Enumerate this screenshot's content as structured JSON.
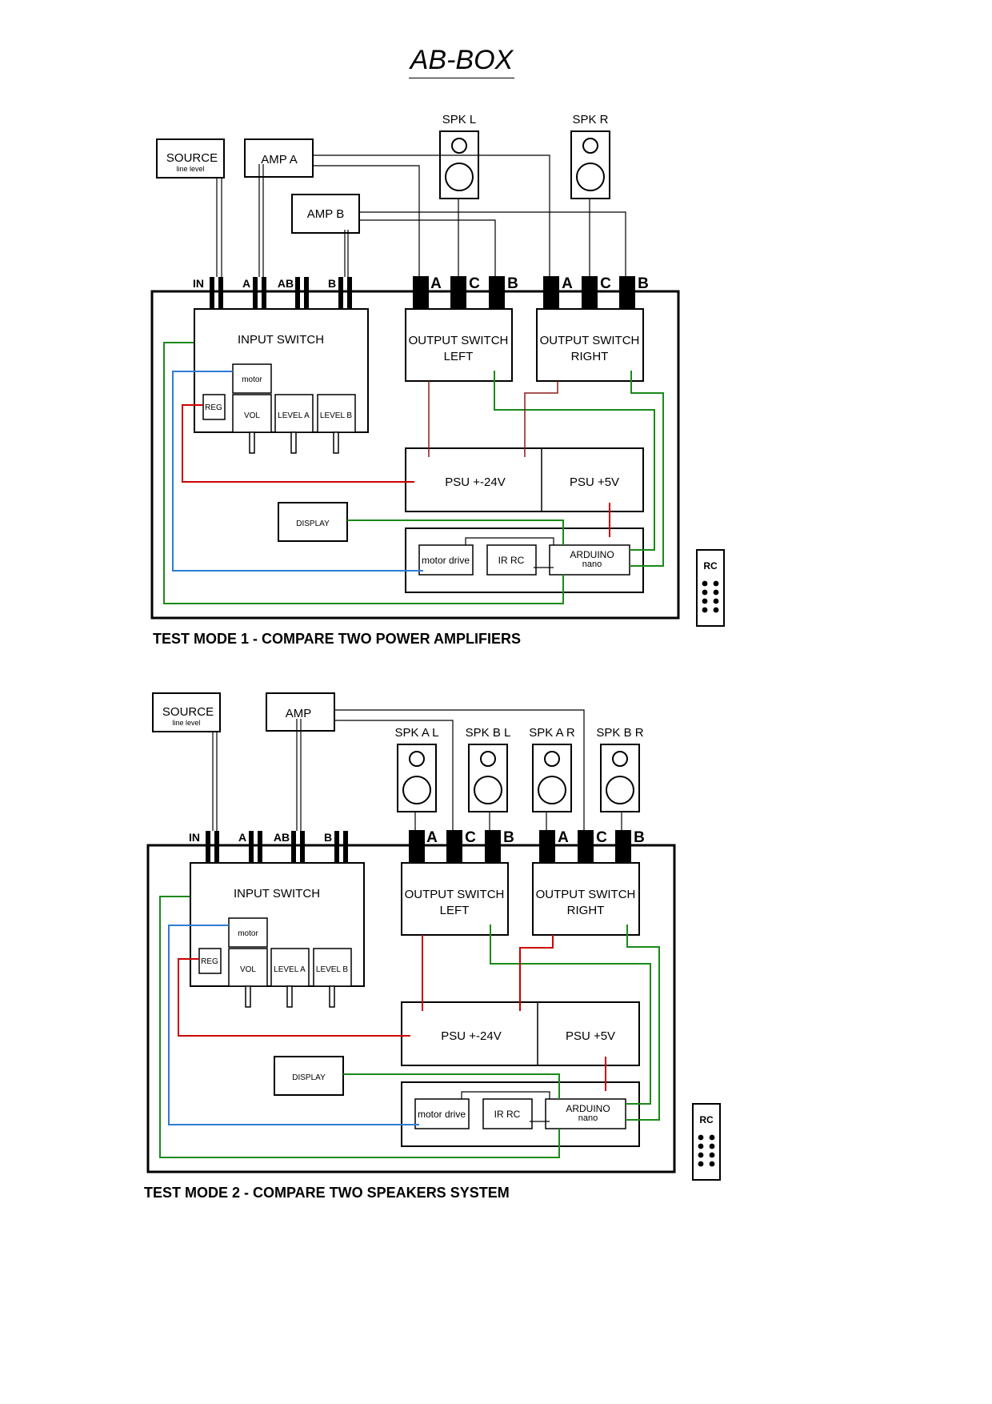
{
  "title": "AB-BOX",
  "colors": {
    "signal": "#000000",
    "power": "#cc0000",
    "control": "#1a8a1a",
    "motor": "#2f7cd4",
    "output_dc": "#8b1a1a"
  },
  "modes": [
    {
      "caption": "TEST MODE 1 -  COMPARE TWO POWER AMPLIFIERS",
      "source": {
        "label": "SOURCE",
        "sub": "line level"
      },
      "amp_a": "AMP A",
      "amp_b": "AMP B",
      "speakers": [
        "SPK L",
        "SPK R"
      ],
      "input_jacks": [
        "IN",
        "A",
        "AB",
        "B"
      ],
      "output_jack_letters": [
        "A",
        "C",
        "B"
      ],
      "input_switch": "INPUT SWITCH",
      "motor": "motor",
      "reg": "REG",
      "vol": "VOL",
      "level_a": "LEVEL A",
      "level_b": "LEVEL B",
      "output_left": [
        "OUTPUT SWITCH",
        "LEFT"
      ],
      "output_right": [
        "OUTPUT SWITCH",
        "RIGHT"
      ],
      "psu_main": "PSU +-24V",
      "psu_logic": "PSU +5V",
      "display": "DISPLAY",
      "motor_drive": "motor drive",
      "ir_rc": "IR RC",
      "arduino": [
        "ARDUINO",
        "nano"
      ],
      "rc": "RC"
    },
    {
      "caption": "TEST MODE 2 - COMPARE TWO SPEAKERS SYSTEM",
      "source": {
        "label": "SOURCE",
        "sub": "line level"
      },
      "amp": "AMP",
      "speakers": [
        "SPK A L",
        "SPK B L",
        "SPK A R",
        "SPK B R"
      ],
      "input_jacks": [
        "IN",
        "A",
        "AB",
        "B"
      ],
      "output_jack_letters": [
        "A",
        "C",
        "B"
      ],
      "input_switch": "INPUT SWITCH",
      "motor": "motor",
      "reg": "REG",
      "vol": "VOL",
      "level_a": "LEVEL A",
      "level_b": "LEVEL B",
      "output_left": [
        "OUTPUT SWITCH",
        "LEFT"
      ],
      "output_right": [
        "OUTPUT SWITCH",
        "RIGHT"
      ],
      "psu_main": "PSU +-24V",
      "psu_logic": "PSU +5V",
      "display": "DISPLAY",
      "motor_drive": "motor drive",
      "ir_rc": "IR RC",
      "arduino": [
        "ARDUINO",
        "nano"
      ],
      "rc": "RC"
    }
  ]
}
